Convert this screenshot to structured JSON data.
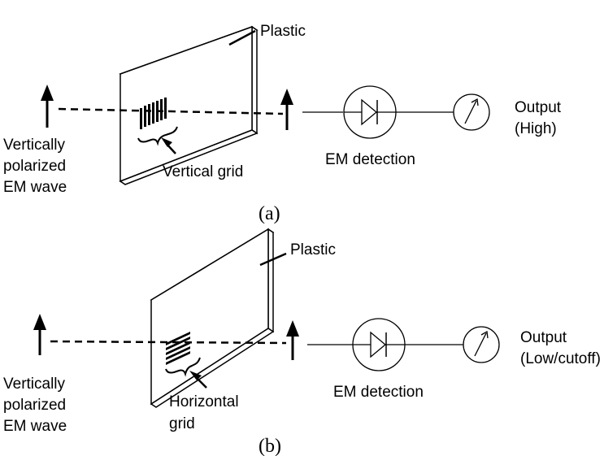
{
  "panel_a": {
    "caption": "(a)",
    "plastic_label": "Plastic",
    "grid_label": "Vertical grid",
    "wave_label_lines": [
      "Vertically",
      "polarized",
      "EM wave"
    ],
    "detection_label": "EM detection",
    "output_label_lines": [
      "Output",
      "(High)"
    ]
  },
  "panel_b": {
    "caption": "(b)",
    "plastic_label": "Plastic",
    "grid_label_lines": [
      "Horizontal",
      "grid"
    ],
    "wave_label_lines": [
      "Vertically",
      "polarized",
      "EM wave"
    ],
    "detection_label": "EM detection",
    "output_label_lines": [
      "Output",
      "(Low/cutoff)"
    ]
  }
}
